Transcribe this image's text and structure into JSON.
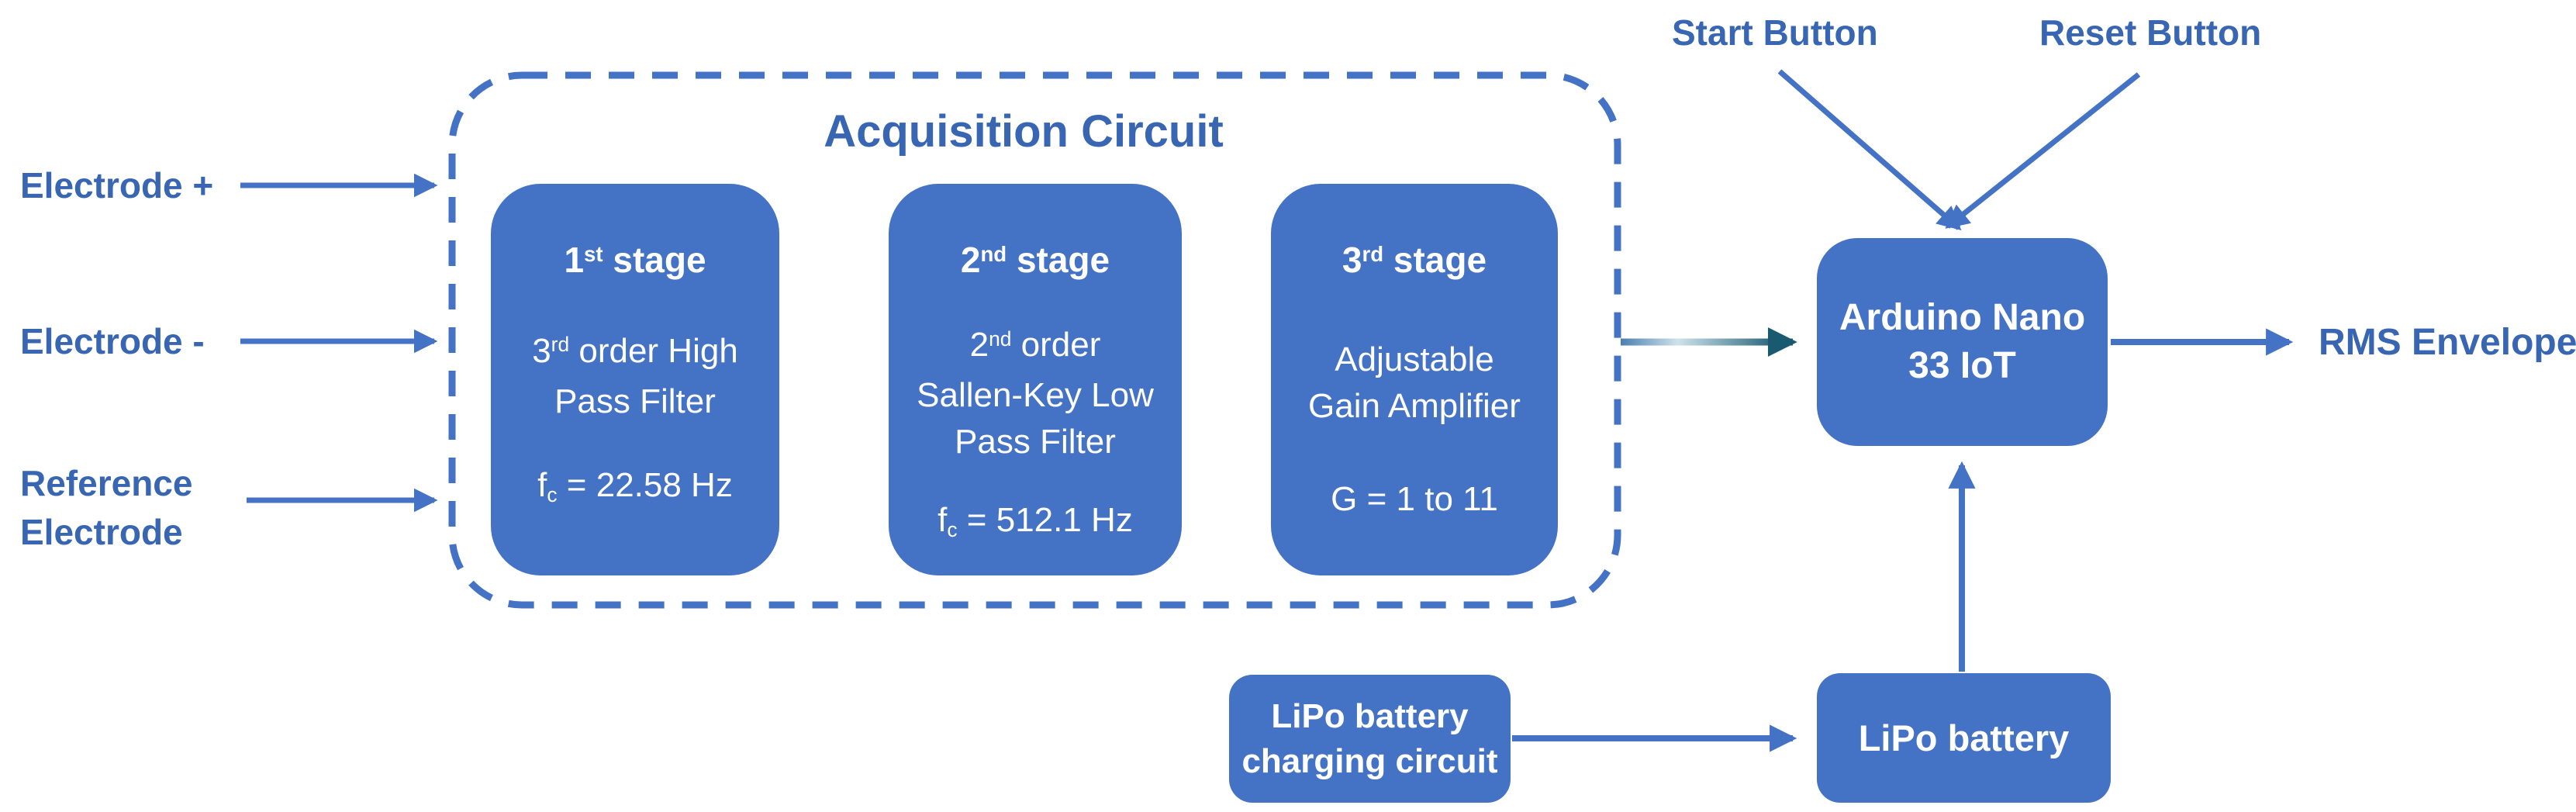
{
  "colors": {
    "accent_blue": "#4472C4",
    "label_text_blue": "#3866B2",
    "teal_arrow": "#1A5A70",
    "box_text": "#FFFFFF"
  },
  "inputs": {
    "electrode_plus": "Electrode +",
    "electrode_minus": "Electrode -",
    "reference_line1": "Reference",
    "reference_line2": "Electrode"
  },
  "acquisition": {
    "title": "Acquisition Circuit",
    "stages": [
      {
        "header": {
          "num": "1",
          "sup": "st",
          "rest": " stage"
        },
        "body": [
          {
            "num": "3",
            "sup": "rd",
            "rest": " order High"
          },
          {
            "rest": "Pass Filter"
          }
        ],
        "footer": {
          "pre": "f",
          "sub": "c",
          "rest": " = 22.58 Hz"
        }
      },
      {
        "header": {
          "num": "2",
          "sup": "nd",
          "rest": " stage"
        },
        "body": [
          {
            "num": "2",
            "sup": "nd",
            "rest": " order"
          },
          {
            "rest": "Sallen-Key Low"
          },
          {
            "rest": "Pass Filter"
          }
        ],
        "footer": {
          "pre": "f",
          "sub": "c",
          "rest": " = 512.1 Hz"
        }
      },
      {
        "header": {
          "num": "3",
          "sup": "rd",
          "rest": " stage"
        },
        "body": [
          {
            "rest": "Adjustable"
          },
          {
            "rest": "Gain Amplifier"
          }
        ],
        "footer": {
          "pre": "G = 1 to 11"
        }
      }
    ]
  },
  "controller": {
    "line1": "Arduino Nano",
    "line2": "33 IoT"
  },
  "buttons": {
    "start": "Start Button",
    "reset": "Reset Button"
  },
  "output": {
    "rms": "RMS Envelope"
  },
  "power": {
    "charger_line1": "LiPo battery",
    "charger_line2": "charging circuit",
    "battery": "LiPo battery"
  }
}
